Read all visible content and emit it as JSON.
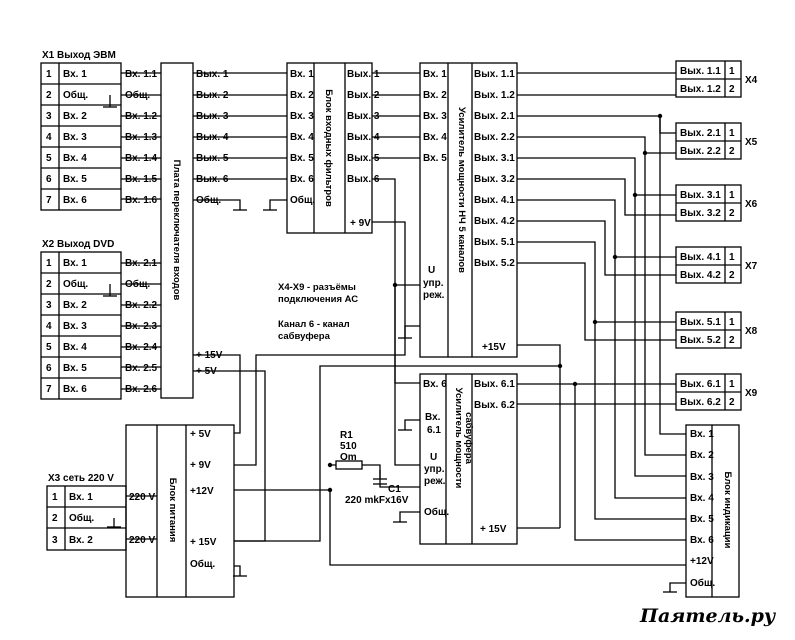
{
  "connectors": {
    "x1": {
      "title": "X1 Выход ЭВМ",
      "pins": [
        {
          "num": "1",
          "label": "Вх. 1"
        },
        {
          "num": "2",
          "label": "Общ."
        },
        {
          "num": "3",
          "label": "Вх. 2"
        },
        {
          "num": "4",
          "label": "Вх. 3"
        },
        {
          "num": "5",
          "label": "Вх. 4"
        },
        {
          "num": "6",
          "label": "Вх. 5"
        },
        {
          "num": "7",
          "label": "Вх. 6"
        }
      ]
    },
    "x2": {
      "title": "X2 Выход DVD",
      "pins": [
        {
          "num": "1",
          "label": "Вх. 1"
        },
        {
          "num": "2",
          "label": "Общ."
        },
        {
          "num": "3",
          "label": "Вх. 2"
        },
        {
          "num": "4",
          "label": "Вх. 3"
        },
        {
          "num": "5",
          "label": "Вх. 4"
        },
        {
          "num": "6",
          "label": "Вх. 5"
        },
        {
          "num": "7",
          "label": "Вх. 6"
        }
      ]
    },
    "x3": {
      "title": "X3 сеть 220 V",
      "pins": [
        {
          "num": "1",
          "label": "Вх. 1"
        },
        {
          "num": "2",
          "label": "Общ."
        },
        {
          "num": "3",
          "label": "Вх. 2"
        }
      ]
    },
    "outputs": [
      {
        "name": "X4",
        "p1": "Вых. 1.1",
        "p2": "Вых. 1.2",
        "n1": "1",
        "n2": "2"
      },
      {
        "name": "X5",
        "p1": "Вых. 2.1",
        "p2": "Вых. 2.2",
        "n1": "1",
        "n2": "2"
      },
      {
        "name": "X6",
        "p1": "Вых. 3.1",
        "p2": "Вых. 3.2",
        "n1": "1",
        "n2": "2"
      },
      {
        "name": "X7",
        "p1": "Вых. 4.1",
        "p2": "Вых. 4.2",
        "n1": "1",
        "n2": "2"
      },
      {
        "name": "X8",
        "p1": "Вых. 5.1",
        "p2": "Вых. 5.2",
        "n1": "1",
        "n2": "2"
      },
      {
        "name": "X9",
        "p1": "Вых. 6.1",
        "p2": "Вых. 6.2",
        "n1": "1",
        "n2": "2"
      }
    ]
  },
  "switch_board": {
    "title": "Плата переключателя входов",
    "in_a": [
      "Вх. 1.1",
      "Общ.",
      "Вх. 1.2",
      "Вх. 1.3",
      "Вх. 1.4",
      "Вх. 1.5",
      "Вх. 1.6"
    ],
    "in_b": [
      "Вх. 2.1",
      "Общ.",
      "Вх. 2.2",
      "Вх. 2.3",
      "Вх. 2.4",
      "Вх. 2.5",
      "Вх. 2.6"
    ],
    "outputs": [
      "Вых. 1",
      "Вых. 2",
      "Вых. 3",
      "Вых. 4",
      "Вых. 5",
      "Вых. 6",
      "Общ."
    ],
    "p15": "+ 15V",
    "p5": "+ 5V"
  },
  "filter_block": {
    "title": "Блок входных фильтров",
    "inputs": [
      "Вх. 1",
      "Вх. 2",
      "Вх. 3",
      "Вх. 4",
      "Вх. 5",
      "Вх. 6",
      "Общ."
    ],
    "outputs": [
      "Вых. 1",
      "Вых. 2",
      "Вых. 3",
      "Вых. 4",
      "Вых. 5",
      "Вых. 6"
    ],
    "p9": "+ 9V"
  },
  "amp5": {
    "title": "Усилитель мощности НЧ 5 каналов",
    "inputs": [
      "Вх. 1",
      "Вх. 2",
      "Вх. 3",
      "Вх. 4",
      "Вх. 5"
    ],
    "outputs": [
      "Вых. 1.1",
      "Вых. 1.2",
      "Вых. 2.1",
      "Вых. 2.2",
      "Вых. 3.1",
      "Вых. 3.2",
      "Вых. 4.1",
      "Вых. 4.2",
      "Вых. 5.1",
      "Вых. 5.2"
    ],
    "ctrl": [
      "U",
      "упр.",
      "реж."
    ],
    "p15": "+15V"
  },
  "sub_amp": {
    "title_1": "Усилитель мощности",
    "title_2": "сабвуфера",
    "in6": "Вх. 6",
    "in61a": "Вх.",
    "in61b": "6.1",
    "ctrl": [
      "U",
      "упр.",
      "реж."
    ],
    "gnd": "Общ.",
    "out1": "Вых. 6.1",
    "out2": "Вых. 6.2",
    "p15": "+ 15V"
  },
  "psu": {
    "title": "Блок питания",
    "in1": "220 V",
    "in2": "220 V",
    "p5": "+ 5V",
    "p9": "+ 9V",
    "p12": "+12V",
    "p15": "+ 15V",
    "gnd": "Общ."
  },
  "indicator": {
    "title": "Блок индикации",
    "inputs": [
      "Вх. 1",
      "Вх. 2",
      "Вх. 3",
      "Вх. 4",
      "Вх. 5",
      "Вх. 6"
    ],
    "p12": "+12V",
    "gnd": "Общ."
  },
  "r1": {
    "name": "R1",
    "value": "510",
    "unit": "Om"
  },
  "c1": {
    "name": "C1",
    "value": "220 mkFx16V"
  },
  "notes": {
    "line1": "X4-X9 - разъёмы",
    "line2": "подключения АС",
    "line3": "Канал 6 - канал",
    "line4": "сабвуфера"
  },
  "watermark": "Паятель.ру"
}
